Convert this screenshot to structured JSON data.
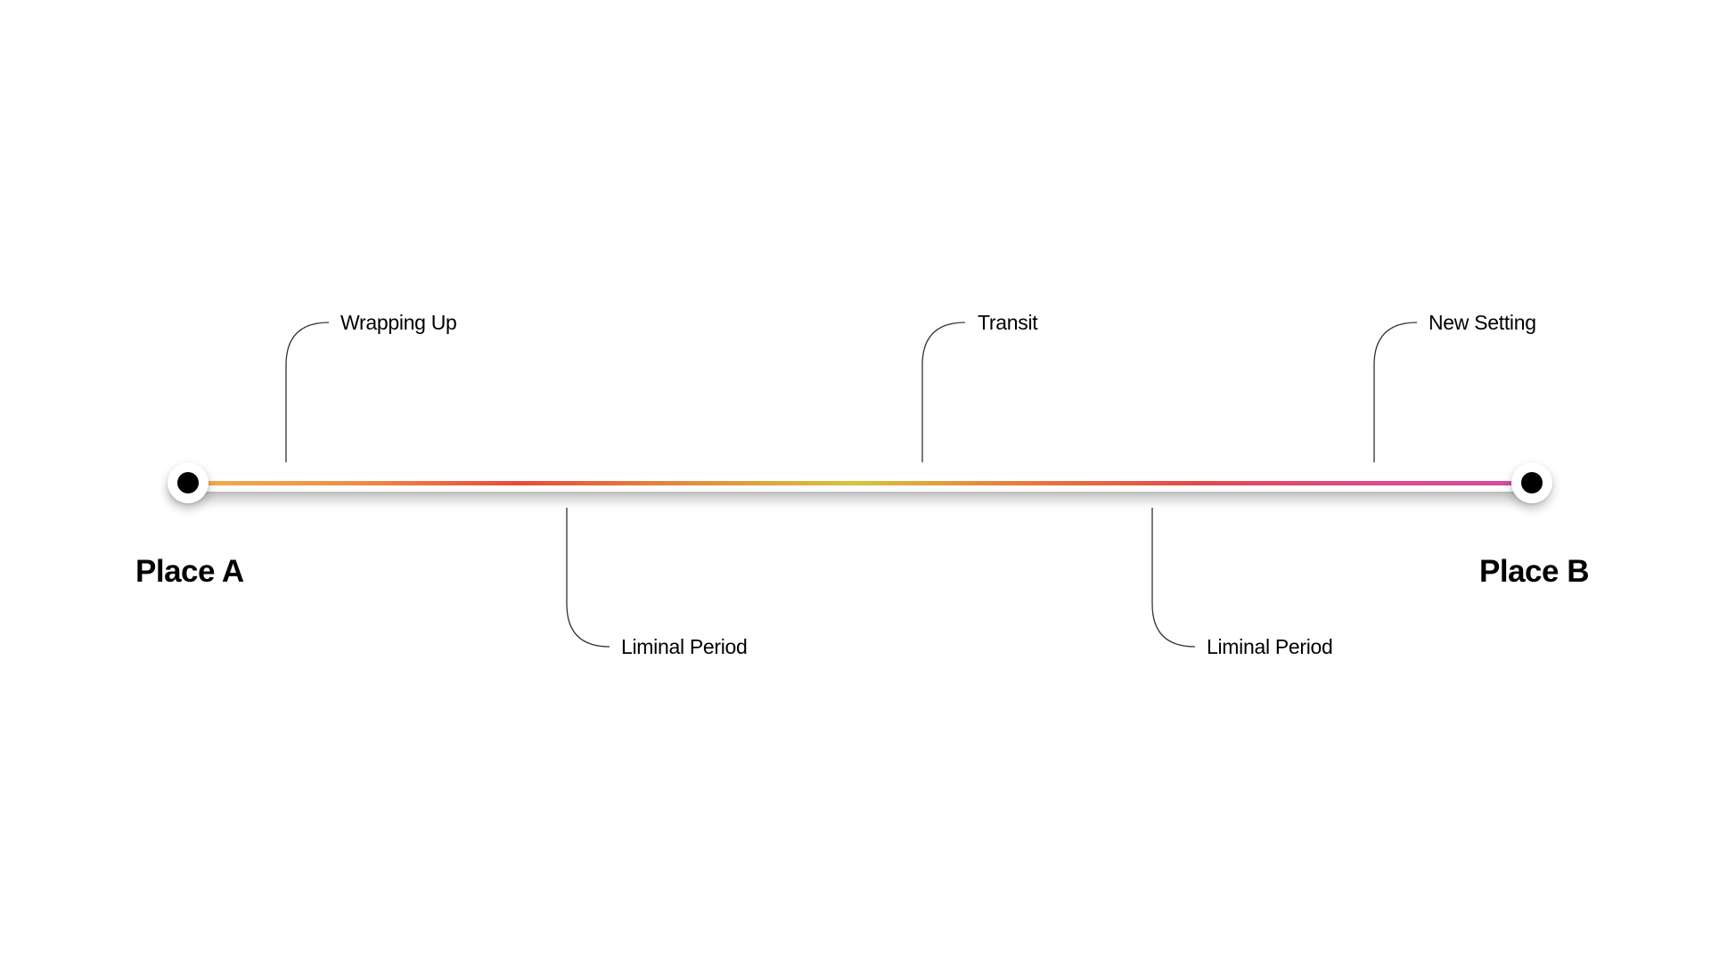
{
  "endpoints": {
    "start": "Place A",
    "end": "Place B"
  },
  "stages_above": [
    {
      "label": "Wrapping Up"
    },
    {
      "label": "Transit"
    },
    {
      "label": "New Setting"
    }
  ],
  "stages_below": [
    {
      "label": "Liminal Period"
    },
    {
      "label": "Liminal Period"
    }
  ],
  "colors": {
    "background": "#ffffff",
    "text": "#000000",
    "connector": "#333333",
    "dot": "#000000",
    "gradient": [
      "#f2b04f",
      "#ee9048",
      "#e84a3c",
      "#e08d3f",
      "#d9c33c",
      "#e67a3f",
      "#e34a4a",
      "#dc4a8a",
      "#d44aa8"
    ]
  },
  "icons": {
    "endpoint": "filled-circle-dot"
  }
}
